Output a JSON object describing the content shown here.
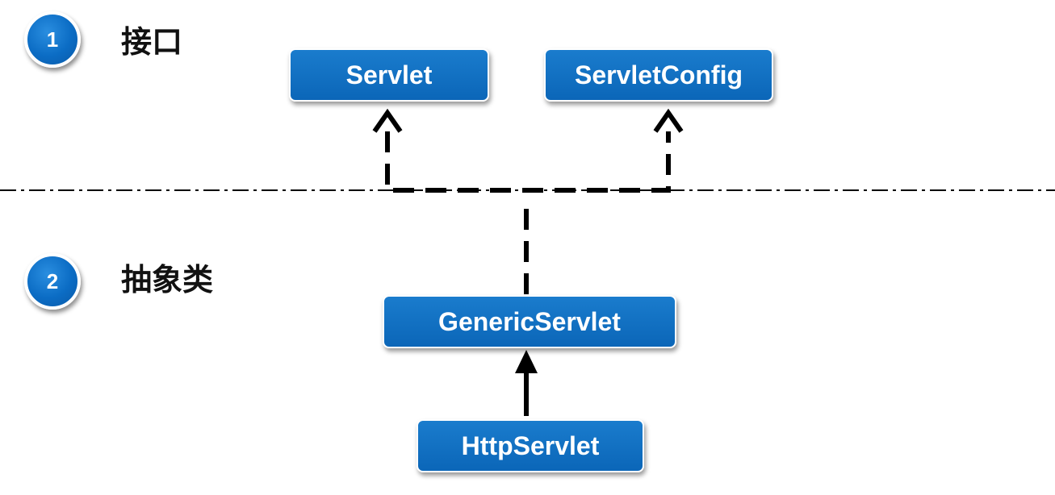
{
  "levels": [
    {
      "number": "1",
      "label": "接口"
    },
    {
      "number": "2",
      "label": "抽象类"
    }
  ],
  "nodes": {
    "servlet": "Servlet",
    "servlet_config": "ServletConfig",
    "generic_servlet": "GenericServlet",
    "http_servlet": "HttpServlet"
  },
  "colors": {
    "box_fill": "#0b6cc4",
    "box_border": "#ffffff",
    "text_on_box": "#ffffff",
    "arrow": "#000000",
    "divider": "#000000",
    "label_text": "#111111"
  }
}
